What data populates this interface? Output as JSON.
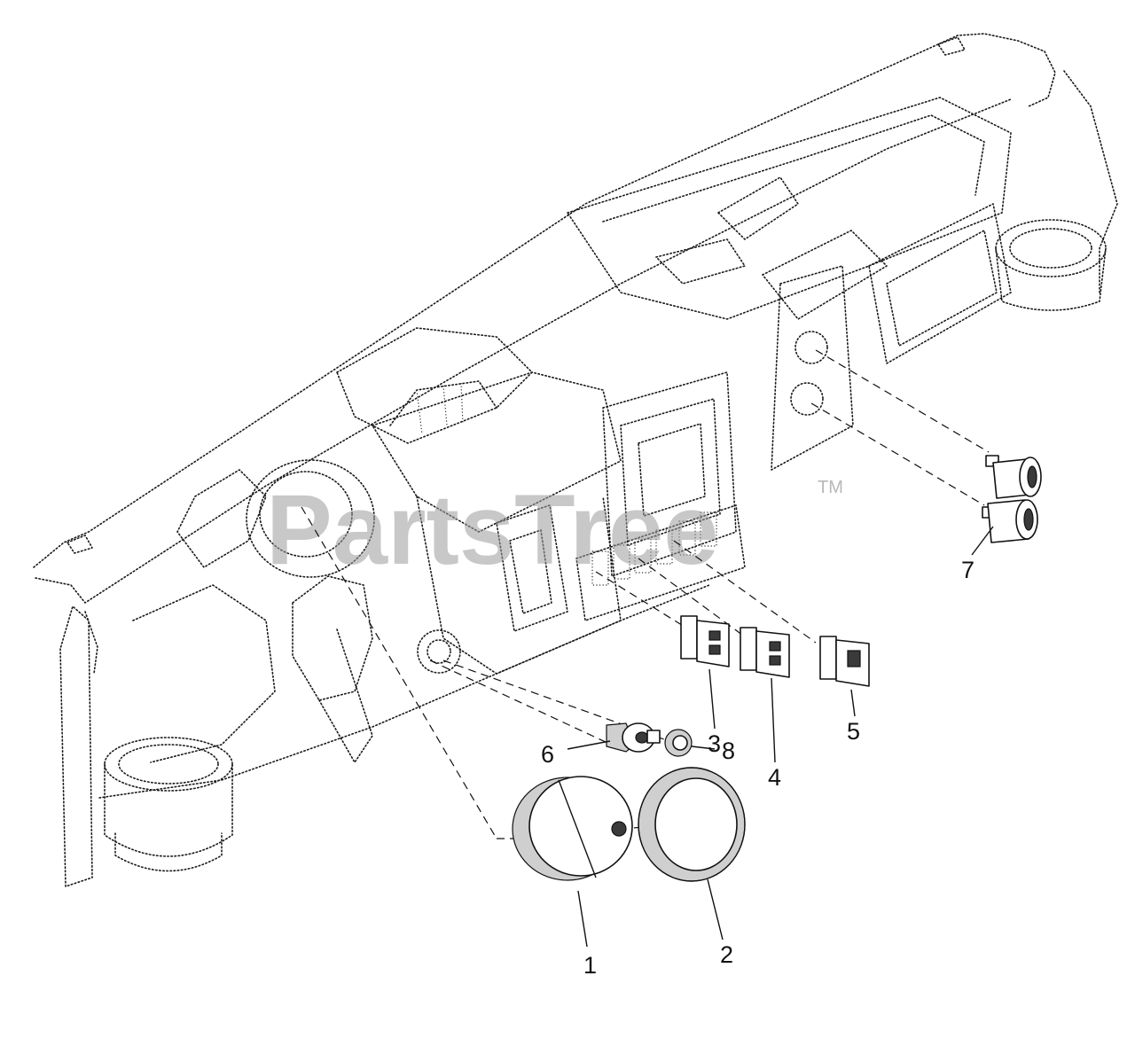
{
  "watermark": {
    "text": "PartsTree",
    "trademark": "TM"
  },
  "callouts": [
    {
      "id": "1",
      "label": "1"
    },
    {
      "id": "2",
      "label": "2"
    },
    {
      "id": "3",
      "label": "3"
    },
    {
      "id": "4",
      "label": "4"
    },
    {
      "id": "5",
      "label": "5"
    },
    {
      "id": "6",
      "label": "6"
    },
    {
      "id": "7",
      "label": "7"
    },
    {
      "id": "8",
      "label": "8"
    }
  ]
}
